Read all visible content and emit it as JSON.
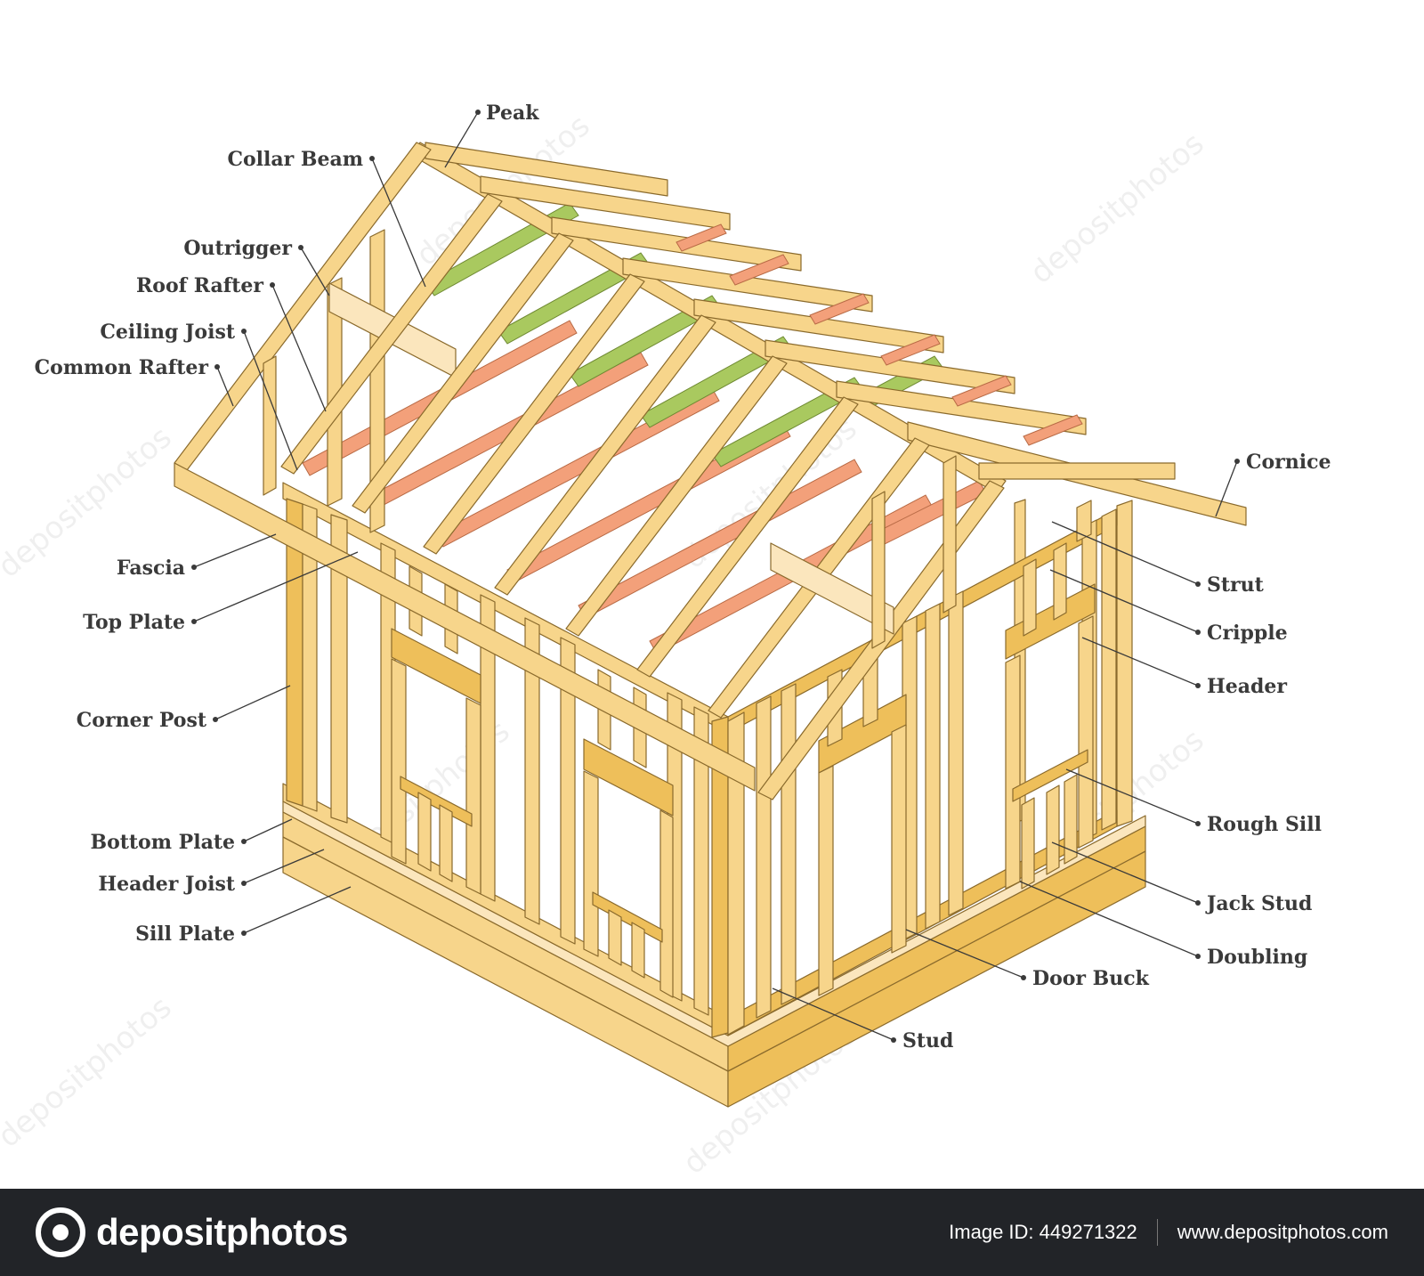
{
  "labels": {
    "peak": "Peak",
    "collar_beam": "Collar Beam",
    "outrigger": "Outrigger",
    "roof_rafter": "Roof Rafter",
    "ceiling_joist": "Ceiling Joist",
    "common_rafter": "Common Rafter",
    "fascia": "Fascia",
    "top_plate": "Top Plate",
    "corner_post": "Corner Post",
    "bottom_plate": "Bottom Plate",
    "header_joist": "Header Joist",
    "sill_plate": "Sill Plate",
    "cornice": "Cornice",
    "strut": "Strut",
    "cripple": "Cripple",
    "header": "Header",
    "rough_sill": "Rough Sill",
    "jack_stud": "Jack Stud",
    "doubling": "Doubling",
    "door_buck": "Door Buck",
    "stud": "Stud"
  },
  "watermark": "depositphotos",
  "footer": {
    "brand": "depositphotos",
    "image_id": "Image ID: 449271322",
    "url": "www.depositphotos.com"
  },
  "colors": {
    "wood": "#f7d58b",
    "wood_dark": "#eebf5a",
    "wood_light": "#fbe6bd",
    "rafter_green": "#a9c95f",
    "rafter_orange": "#f3a07a",
    "outline": "#8a6a2c",
    "footer_bg": "#222428"
  }
}
